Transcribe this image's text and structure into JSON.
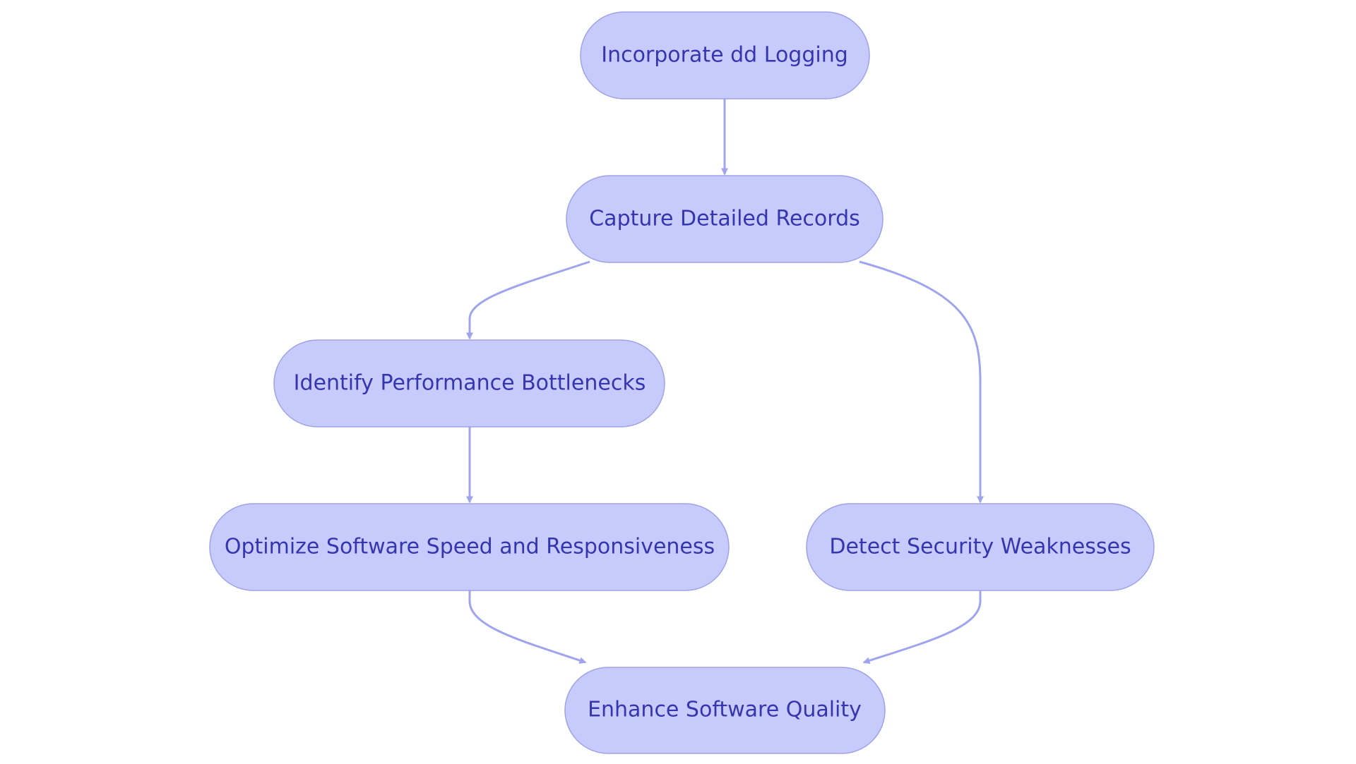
{
  "colors": {
    "node_fill": "#c7cbfb",
    "node_stroke": "#9ea2e8",
    "node_text": "#3535b0",
    "edge": "#a0a4ec",
    "background": "#ffffff"
  },
  "nodes": [
    {
      "id": "incorporate",
      "label": "Incorporate dd Logging"
    },
    {
      "id": "capture",
      "label": "Capture Detailed Records"
    },
    {
      "id": "identify",
      "label": "Identify Performance Bottlenecks"
    },
    {
      "id": "optimize",
      "label": "Optimize Software Speed and Responsiveness"
    },
    {
      "id": "detect",
      "label": "Detect Security Weaknesses"
    },
    {
      "id": "enhance",
      "label": "Enhance Software Quality"
    }
  ],
  "edges": [
    {
      "from": "incorporate",
      "to": "capture"
    },
    {
      "from": "capture",
      "to": "identify"
    },
    {
      "from": "capture",
      "to": "detect"
    },
    {
      "from": "identify",
      "to": "optimize"
    },
    {
      "from": "optimize",
      "to": "enhance"
    },
    {
      "from": "detect",
      "to": "enhance"
    }
  ]
}
